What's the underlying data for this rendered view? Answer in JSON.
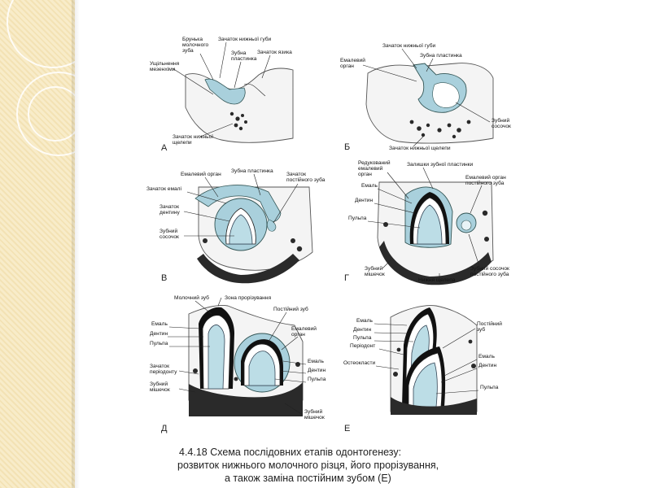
{
  "panels": {
    "A": {
      "letter": "А",
      "labels": {
        "l1": "Брунька",
        "l2": "молочного",
        "l3": "зуба",
        "l4": "Зачаток нижньої губи",
        "l5": "Зубна",
        "l6": "пластинка",
        "l7": "Зачаток язика",
        "l8": "Ущільнення",
        "l9": "мезенхіми",
        "l10": "Зачаток нижньої",
        "l11": "щелепи"
      }
    },
    "B": {
      "letter": "Б",
      "labels": {
        "l1": "Зачаток нижньої губи",
        "l2": "Зубна пластинка",
        "l3": "Емалевий",
        "l4": "орган",
        "l5": "Зубний",
        "l6": "сосочок",
        "l7": "Зачаток нижньої щелепи"
      }
    },
    "V": {
      "letter": "В",
      "labels": {
        "l1": "Емалевий орган",
        "l2": "Зубна пластинка",
        "l3": "Зачаток",
        "l4": "постійного зуба",
        "l5": "Зачаток емалі",
        "l6": "Зачаток",
        "l7": "дентину",
        "l8": "Зубний",
        "l9": "сосочок"
      }
    },
    "G": {
      "letter": "Г",
      "labels": {
        "l1": "Редукований",
        "l2": "емалевий",
        "l3": "орган",
        "l4": "Залишки зубної пластинки",
        "l5": "Емаль",
        "l6": "Емалевий орган",
        "l7": "постійного зуба",
        "l8": "Дентин",
        "l9": "Пульпа",
        "l10": "Зубний",
        "l11": "мішечок",
        "l12": "Нижня щелепа",
        "l13": "Зубний сосочок",
        "l14": "постійного зуба"
      }
    },
    "D": {
      "letter": "Д",
      "labels": {
        "l1": "Молочний зуб",
        "l2": "Зона прорізування",
        "l3": "Постійний зуб",
        "l4": "Емаль",
        "l5": "Дентин",
        "l6": "Пульпа",
        "l7": "Емалевий",
        "l8": "орган",
        "l9": "Зачаток",
        "l10": "періодонту",
        "l11": "Зубний",
        "l12": "мішечок",
        "l13": "Емаль",
        "l14": "Дентин",
        "l15": "Пульпа",
        "l16": "Зубний",
        "l17": "мішечок"
      }
    },
    "E": {
      "letter": "Е",
      "labels": {
        "l1": "Емаль",
        "l2": "Дентин",
        "l3": "Пульпа",
        "l4": "Періодонт",
        "l5": "Постійний",
        "l6": "зуб",
        "l7": "Остеокласти",
        "l8": "Емаль",
        "l9": "Дентин",
        "l10": "Пульпа"
      }
    }
  },
  "caption": {
    "line1": "4.4.18   Схема послідовних етапів одонтогенезу:",
    "line2": "розвиток нижнього молочного різця, його прорізування,",
    "line3": "а також заміна постійним зубом (Е)"
  }
}
